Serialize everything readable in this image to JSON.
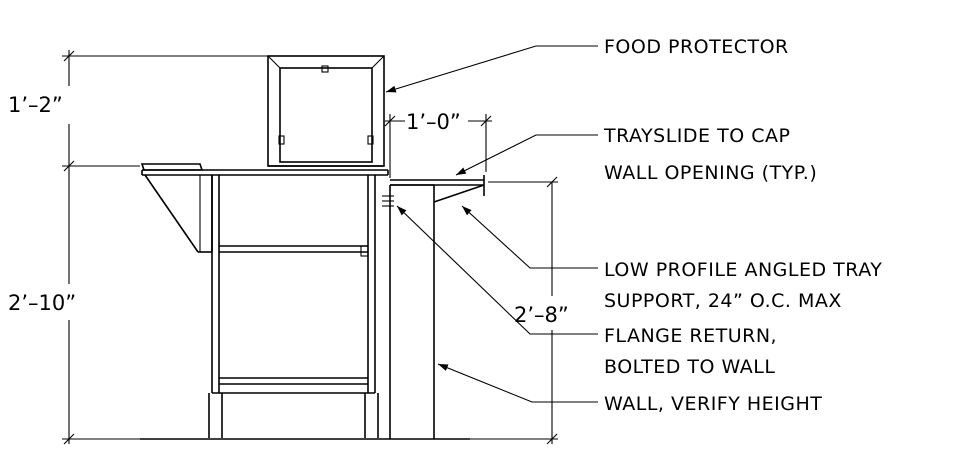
{
  "labels": {
    "food_protector": "FOOD PROTECTOR",
    "trayslide_line1": "TRAYSLIDE TO CAP",
    "trayslide_line2": "WALL OPENING (TYP.)",
    "tray_support_line1": "LOW PROFILE ANGLED TRAY",
    "tray_support_line2": "SUPPORT, 24” O.C. MAX",
    "flange_line1": "FLANGE RETURN,",
    "flange_line2": "BOLTED TO WALL",
    "wall": "WALL, VERIFY HEIGHT"
  },
  "dimensions": {
    "protector_height": "1’–2”",
    "total_height": "2’–10”",
    "trayslide_width": "1’–0”",
    "trayslide_height": "2’–8”"
  }
}
